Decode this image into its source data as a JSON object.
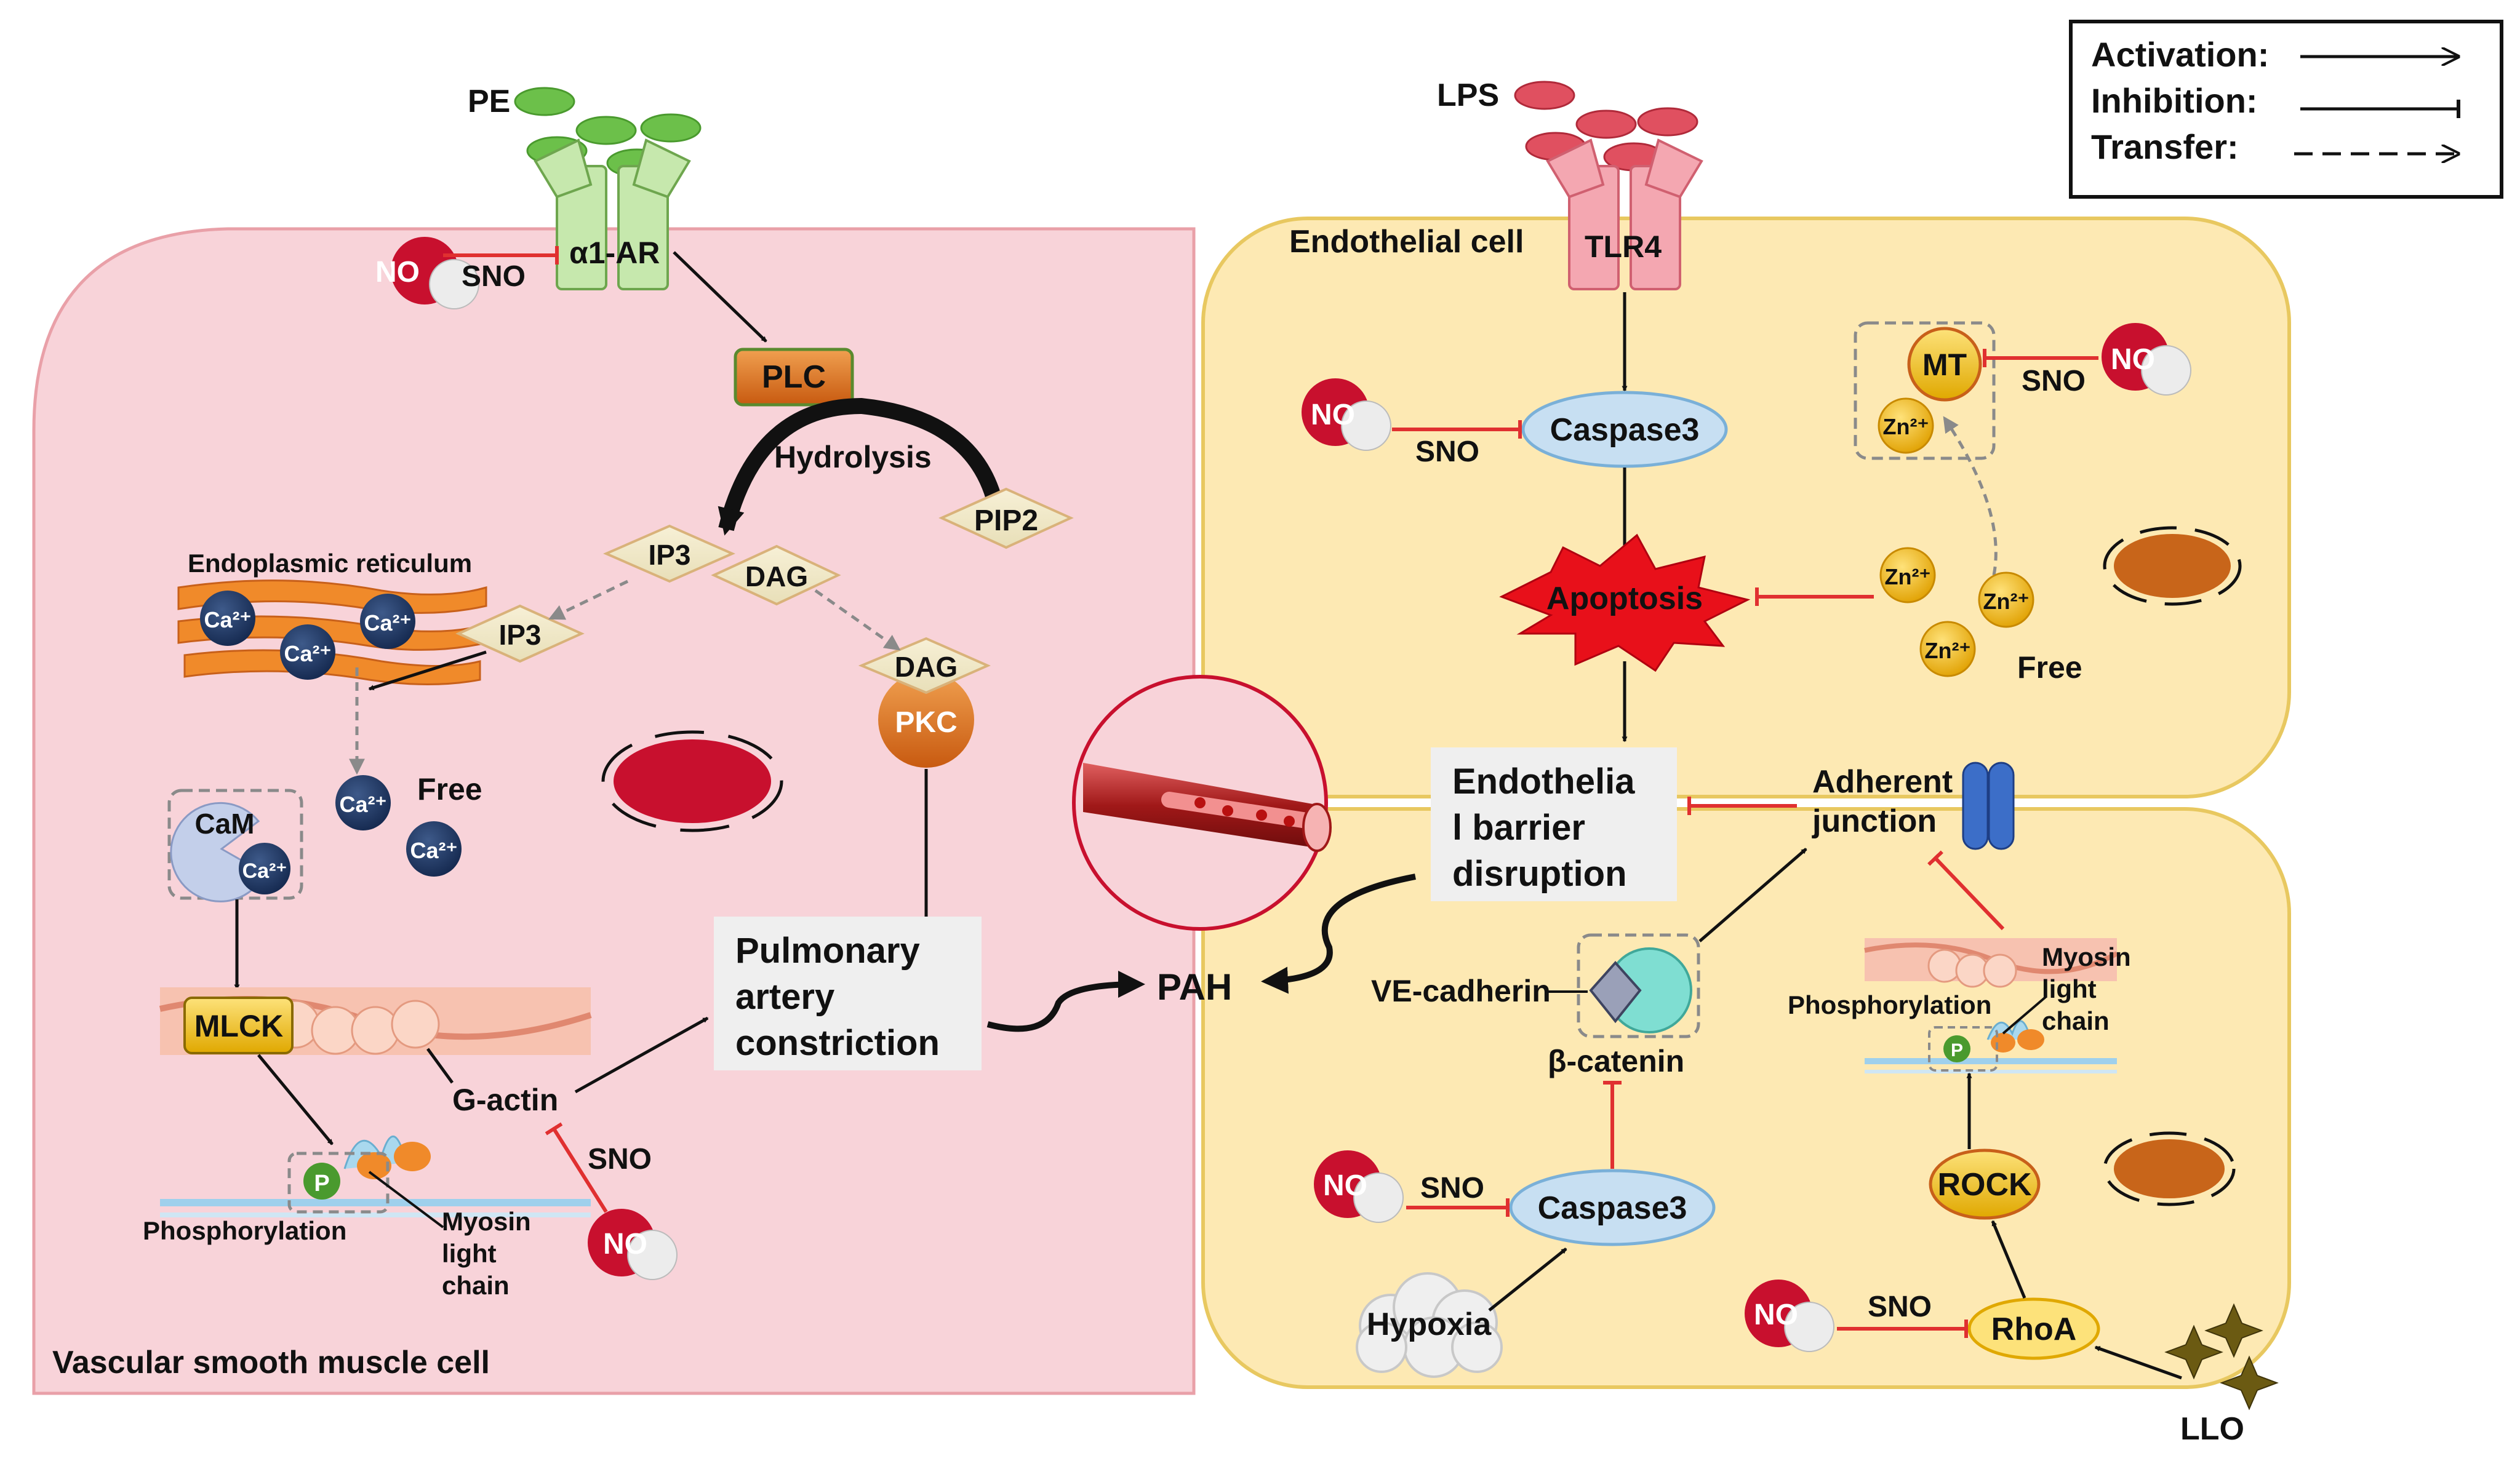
{
  "legend": {
    "activation": "Activation:",
    "inhibition": "Inhibition:",
    "transfer": "Transfer:"
  },
  "colors": {
    "vsmc_fill": "#f8d3d9",
    "vsmc_stroke": "#e9a0a8",
    "endo_fill": "#fde9b3",
    "endo_stroke": "#e8c860",
    "inhibit_red": "#e03030",
    "no_red": "#c8102e",
    "receptor_green": "#bfe3a8",
    "receptor_pink": "#f4a7b1",
    "plc_orange": "#e07a2a",
    "rock_yellow": "#f0c419",
    "caspase_blue": "#c7dff2",
    "nucleus_red": "#c8102e",
    "nucleus_brown": "#c8651a"
  },
  "labels": {
    "pe": "PE",
    "lps": "LPS",
    "alpha1ar": "α1-AR",
    "tlr4": "TLR4",
    "endothelial_cell": "Endothelial cell",
    "vsmc": "Vascular smooth muscle cell",
    "plc": "PLC",
    "hydrolysis": "Hydrolysis",
    "pip2": "PIP2",
    "ip3": "IP3",
    "dag": "DAG",
    "er": "Endoplasmic reticulum",
    "ca": "Ca²⁺",
    "free": "Free",
    "cam": "CaM",
    "mlck": "MLCK",
    "pkc": "PKC",
    "gactin": "G-actin",
    "phosphorylation": "Phosphorylation",
    "myosin1": "Myosin",
    "myosin2": "light",
    "myosin3": "chain",
    "p": "P",
    "pulm1": "Pulmonary",
    "pulm2": "artery",
    "pulm3": "constriction",
    "pah": "PAH",
    "no": "NO",
    "sno": "SNO",
    "caspase3": "Caspase3",
    "apoptosis": "Apoptosis",
    "mt": "MT",
    "zn": "Zn²⁺",
    "barrier1": "Endothelia",
    "barrier2": "l barrier",
    "barrier3": "disruption",
    "adherent1": "Adherent",
    "adherent2": "junction",
    "vecadherin": "VE-cadherin",
    "bcatenin": "β-catenin",
    "hypoxia": "Hypoxia",
    "rock": "ROCK",
    "rhoa": "RhoA",
    "llo": "LLO"
  }
}
